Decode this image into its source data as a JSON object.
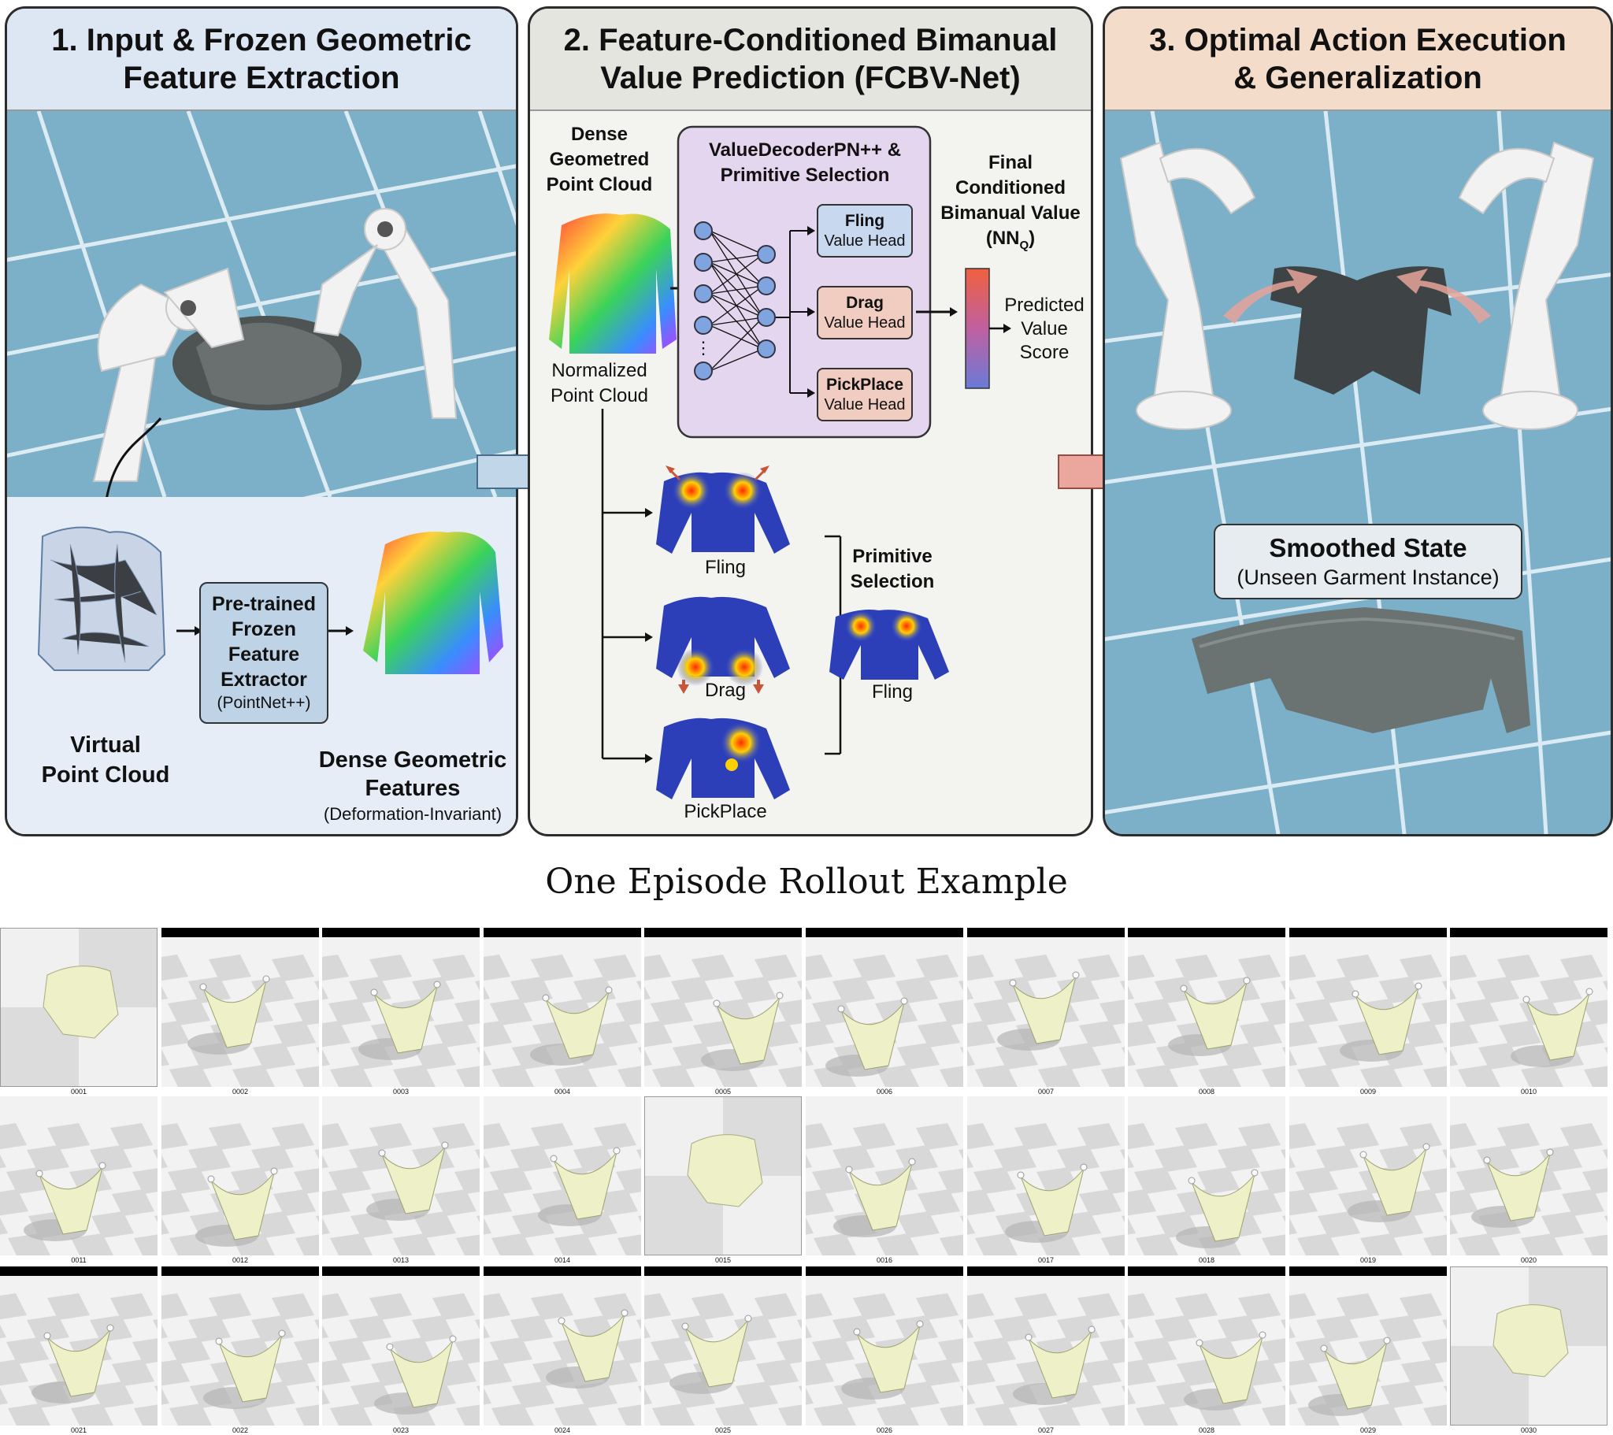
{
  "panel1": {
    "title_line1": "1. Input & Frozen Geometric",
    "title_line2": "Feature Extraction",
    "virtual_line1": "Virtual",
    "virtual_line2": "Point Cloud",
    "extractor_line1": "Pre-trained",
    "extractor_line2": "Frozen",
    "extractor_line3": "Feature",
    "extractor_line4": "Extractor",
    "extractor_sub": "(PointNet++)",
    "dense_line1": "Dense Geometric",
    "dense_line2": "Features",
    "dense_sub": "(Deformation-Invariant)"
  },
  "panel2": {
    "title_line1": "2. Feature-Conditioned Bimanual",
    "title_line2": "Value Prediction (FCBV-Net)",
    "dense_line1": "Dense",
    "dense_line2": "Geometred",
    "dense_line3": "Point Cloud",
    "normalized_line1": "Normalized",
    "normalized_line2": "Point Cloud",
    "decoder_line1": "ValueDecoderPN++ &",
    "decoder_line2": "Primitive Selection",
    "heads": [
      {
        "name": "Fling",
        "sub": "Value Head"
      },
      {
        "name": "Drag",
        "sub": "Value Head"
      },
      {
        "name": "PickPlace",
        "sub": "Value Head"
      }
    ],
    "final_line1": "Final",
    "final_line2": "Conditioned",
    "final_line3": "Bimanual Value",
    "final_line4": "(NN",
    "final_sub": "Q",
    "final_close": ")",
    "pred_line1": "Predicted",
    "pred_line2": "Value",
    "pred_line3": "Score",
    "maps": [
      "Fling",
      "Drag",
      "PickPlace"
    ],
    "selection_line1": "Primitive",
    "selection_line2": "Selection",
    "selected": "Fling"
  },
  "panel3": {
    "title_line1": "3. Optimal Action Execution",
    "title_line2": "& Generalization",
    "state_title": "Smoothed State",
    "state_sub": "(Unseen Garment Instance)"
  },
  "rollout": {
    "title": "One Episode Rollout Example",
    "frames": [
      "0001",
      "0002",
      "0003",
      "0004",
      "0005",
      "0006",
      "0007",
      "0008",
      "0009",
      "0010",
      "0011",
      "0012",
      "0013",
      "0014",
      "0015",
      "0016",
      "0017",
      "0018",
      "0019",
      "0020",
      "0021",
      "0022",
      "0023",
      "0024",
      "0025",
      "0026",
      "0027",
      "0028",
      "0029",
      "0030"
    ],
    "top_view_frames": [
      "0001",
      "0015",
      "0030"
    ]
  },
  "colors": {
    "floor": "#7cb0c8",
    "accent_arrow_blue": "#9fc0dc",
    "accent_arrow_red": "#e8a39a",
    "decoder_bg": "#e5d6ef",
    "head_bg": "#f1ccc1",
    "cloth": "#eef0c8"
  }
}
